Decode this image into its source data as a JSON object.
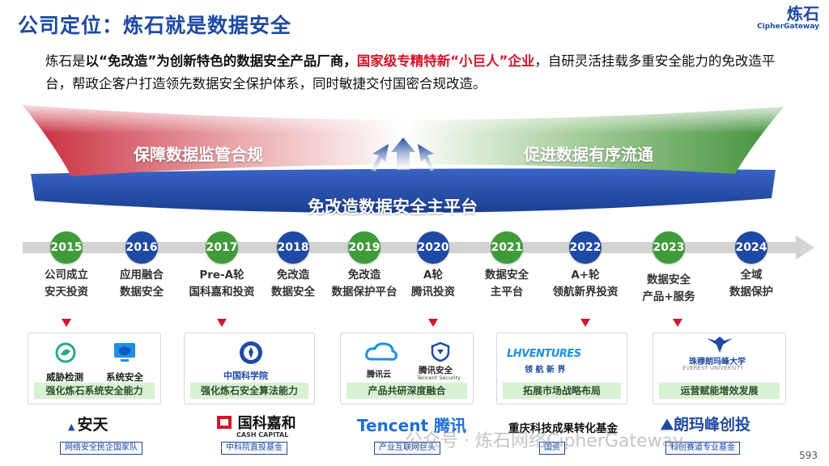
{
  "header": {
    "title": "公司定位：炼石就是数据安全",
    "logo_cn": "炼石",
    "logo_en": "CipherGateway"
  },
  "intro": {
    "p1": "炼石是",
    "p2": "以“免改造”为创新特色的数据安全产品厂商，",
    "p3": "国家级专精特新“小巨人”企业",
    "p4": "，自研灵活挂载多重安全能力的免改造平台，帮政企客户打造领先数据安全保护体系，同时敏捷交付国密合规改造。"
  },
  "banner": {
    "left": "保障数据监管合规",
    "right": "促进数据有序流通",
    "platform": "免改造数据安全主平台"
  },
  "timeline": [
    {
      "year": "2015",
      "line1": "公司成立",
      "line2": "安天投资",
      "color": "green"
    },
    {
      "year": "2016",
      "line1": "应用融合",
      "line2": "数据安全",
      "color": "blue"
    },
    {
      "year": "2017",
      "line1": "Pre-A轮",
      "line2": "国科嘉和投资",
      "color": "green"
    },
    {
      "year": "2018",
      "line1": "免改造",
      "line2": "数据安全",
      "color": "blue"
    },
    {
      "year": "2019",
      "line1": "免改造",
      "line2": "数据保护平台",
      "color": "green"
    },
    {
      "year": "2020",
      "line1": "A轮",
      "line2": "腾讯投资",
      "color": "blue"
    },
    {
      "year": "2021",
      "line1": "数据安全",
      "line2": "主平台",
      "color": "green"
    },
    {
      "year": "2022",
      "line1": "A+轮",
      "line2": "领航新界投资",
      "color": "blue"
    },
    {
      "year": "2023",
      "line1": "数据安全",
      "line2": "产品+服务",
      "color": "green"
    },
    {
      "year": "2024",
      "line1": "全域",
      "line2": "数据保护",
      "color": "blue"
    }
  ],
  "cards": {
    "c1": {
      "label_a": "威胁检测",
      "label_b": "系统安全",
      "caption": "强化炼石系统安全能力"
    },
    "c2": {
      "logo_text": "中国科学院",
      "caption": "强化炼石安全算法能力"
    },
    "c3": {
      "label_a": "腾讯云",
      "label_b": "腾讯安全",
      "label_b_sub": "Tencent Security",
      "caption": "产品共研深度融合"
    },
    "c4": {
      "logo_text": "LHVENTURES",
      "logo_sub": "领 航 新 界",
      "caption": "拓展市场战略布局"
    },
    "c5": {
      "logo_text": "珠穆朗玛峰大学",
      "logo_sub": "EVEREST UNIVERSITY",
      "caption": "运营赋能增效发展"
    }
  },
  "partners": {
    "antiy": "安天",
    "antiy_tag": "网络安全民企国家队",
    "casc": "国科嘉和",
    "casc_en": "CASH CAPITAL",
    "casc_tag": "中科院直投基金",
    "tencent": "Tencent 腾讯",
    "tencent_tag": "产业互联网巨头",
    "cq_fund": "重庆科技成果转化基金",
    "cq_tag": "国资",
    "qomolangma": "朗玛峰创投",
    "qomolangma_tag": "科创赛道专业基金"
  },
  "watermark": "公众号 · 炼石网络CipherGateway",
  "page_number": "593"
}
